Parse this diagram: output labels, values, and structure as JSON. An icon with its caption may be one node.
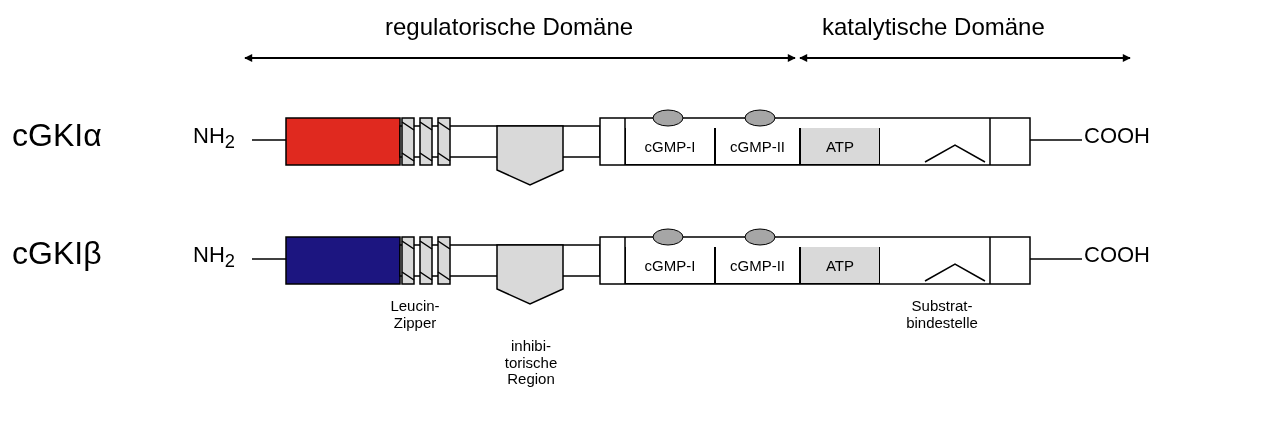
{
  "diagram": {
    "nodes": [
      {
        "text": [
          "cGMP-I"
        ]
      },
      {
        "text": [
          "cGMP-II"
        ]
      },
      {
        "text": [
          "ATP"
        ]
      },
      {
        "text": [
          "cGMP-I"
        ]
      },
      {
        "text": [
          "cGMP-II"
        ]
      },
      {
        "text": [
          "ATP"
        ]
      }
    ],
    "labels": [
      "regulatorische Domäne",
      "katalytische Domäne",
      "cGKIα",
      "NH$_{2}$",
      "COOH",
      "cGKIβ",
      "NH$_{2}$",
      "COOH",
      "Leucin-Zipper",
      "inhibi-torische Region",
      "Substrat-bindestelle"
    ]
  }
}
